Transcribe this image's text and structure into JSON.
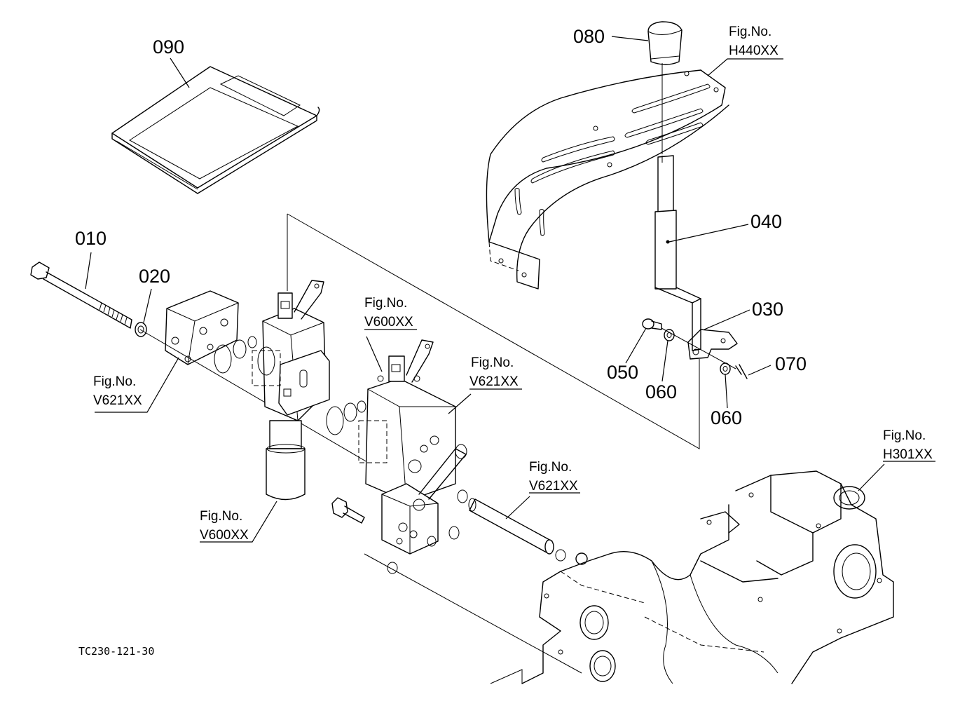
{
  "diagram": {
    "code": "TC230-121-30",
    "callouts": [
      {
        "id": "090",
        "text": "090"
      },
      {
        "id": "080",
        "text": "080"
      },
      {
        "id": "010",
        "text": "010"
      },
      {
        "id": "020",
        "text": "020"
      },
      {
        "id": "040",
        "text": "040"
      },
      {
        "id": "030",
        "text": "030"
      },
      {
        "id": "050",
        "text": "050"
      },
      {
        "id": "060a",
        "text": "060"
      },
      {
        "id": "060b",
        "text": "060"
      },
      {
        "id": "070",
        "text": "070"
      }
    ],
    "fig_refs": [
      {
        "id": "h440",
        "label": "Fig.No.",
        "code": "H440XX"
      },
      {
        "id": "v600a",
        "label": "Fig.No.",
        "code": "V600XX"
      },
      {
        "id": "v621a",
        "label": "Fig.No.",
        "code": "V621XX"
      },
      {
        "id": "v621b",
        "label": "Fig.No.",
        "code": "V621XX"
      },
      {
        "id": "v600b",
        "label": "Fig.No.",
        "code": "V600XX"
      },
      {
        "id": "v621c",
        "label": "Fig.No.",
        "code": "V621XX"
      },
      {
        "id": "h301",
        "label": "Fig.No.",
        "code": "H301XX"
      }
    ]
  }
}
